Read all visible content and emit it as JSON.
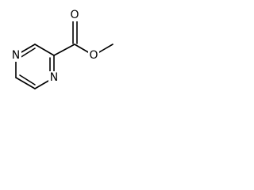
{
  "molecule": {
    "atoms": {
      "ring_n_left": "N",
      "ring_n_right": "N",
      "carbonyl_o": "O",
      "ester_o": "O"
    }
  }
}
